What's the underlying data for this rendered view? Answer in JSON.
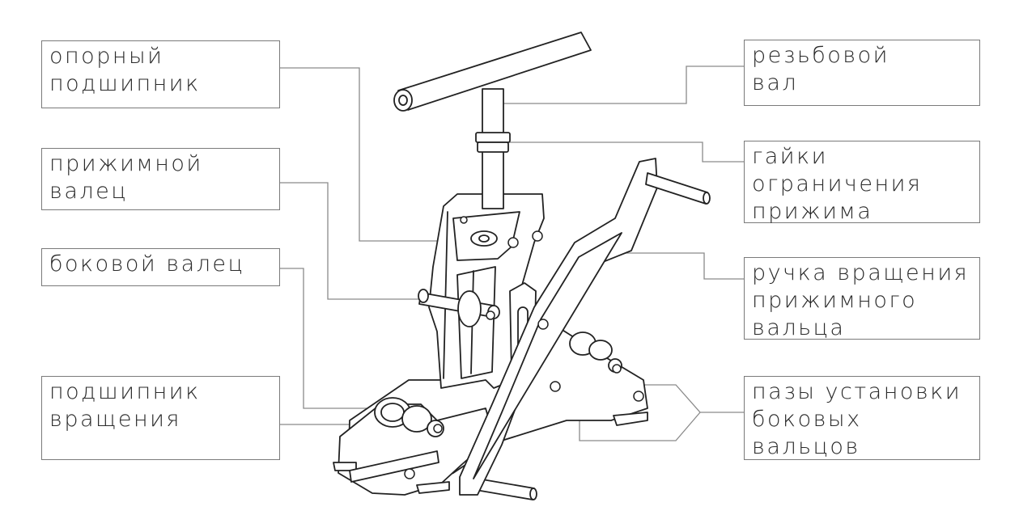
{
  "diagram": {
    "labels": {
      "support_bearing": "опорный\nподшипник",
      "press_roller": "прижимной\nвалец",
      "side_roller": "боковой валец",
      "rotation_bearing": "подшипник\nвращения",
      "threaded_shaft": "резьбовой\nвал",
      "limit_nuts": "гайки\nограничения\nприжима",
      "press_handle": "ручка вращения\nприжимного\nвальца",
      "side_roller_slots": "пазы установки\nбоковых\nвальцов"
    },
    "colors": {
      "line": "#222222",
      "leader": "#8a8a8a",
      "box_border": "#7a7a7a",
      "text": "#2a2a2a"
    }
  }
}
